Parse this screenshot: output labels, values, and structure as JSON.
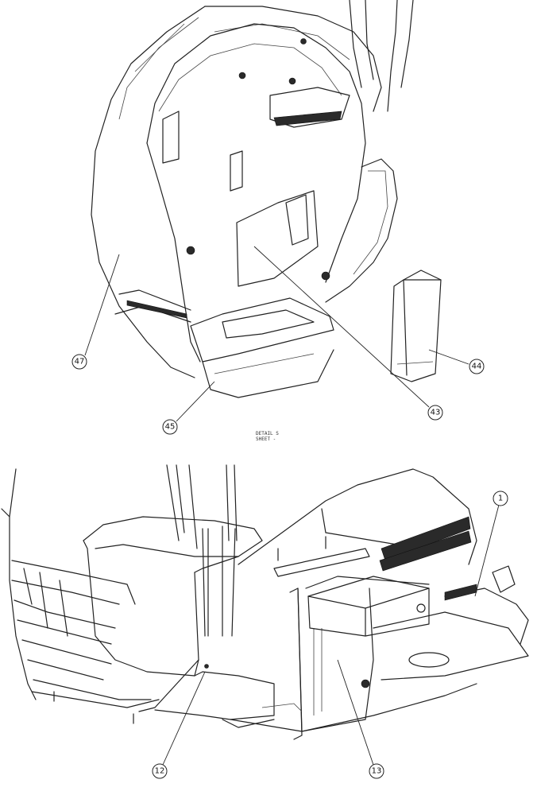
{
  "detail_note": {
    "line1": "DETAIL S",
    "line2": "SHEET -"
  },
  "callouts": {
    "c47": "47",
    "c45": "45",
    "c43": "43",
    "c44": "44",
    "c1": "1",
    "c12": "12",
    "c13": "13"
  }
}
